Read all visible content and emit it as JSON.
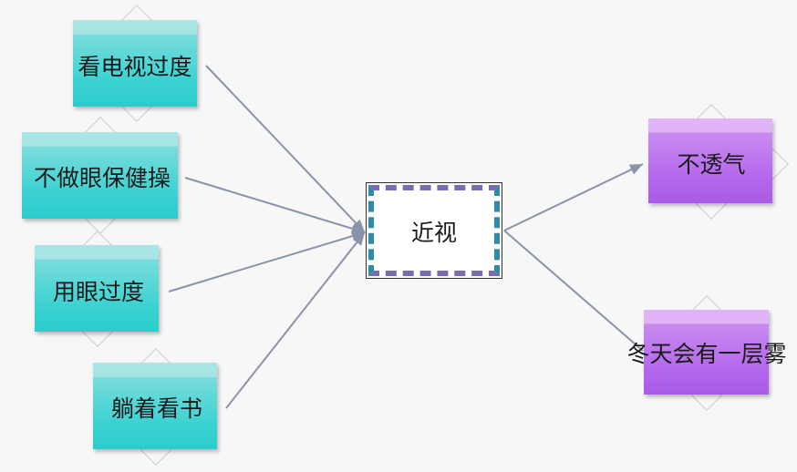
{
  "center": {
    "label": "近视"
  },
  "causes": [
    {
      "label": "看电视过度"
    },
    {
      "label": "不做眼保健操"
    },
    {
      "label": "用眼过度"
    },
    {
      "label": "躺着看书"
    }
  ],
  "effects": [
    {
      "label": "不透气"
    },
    {
      "label": "冬天会有一层雾"
    }
  ],
  "colors": {
    "cause": "#2ccccc",
    "effect": "#b467ec",
    "link": "#8a94a8"
  }
}
